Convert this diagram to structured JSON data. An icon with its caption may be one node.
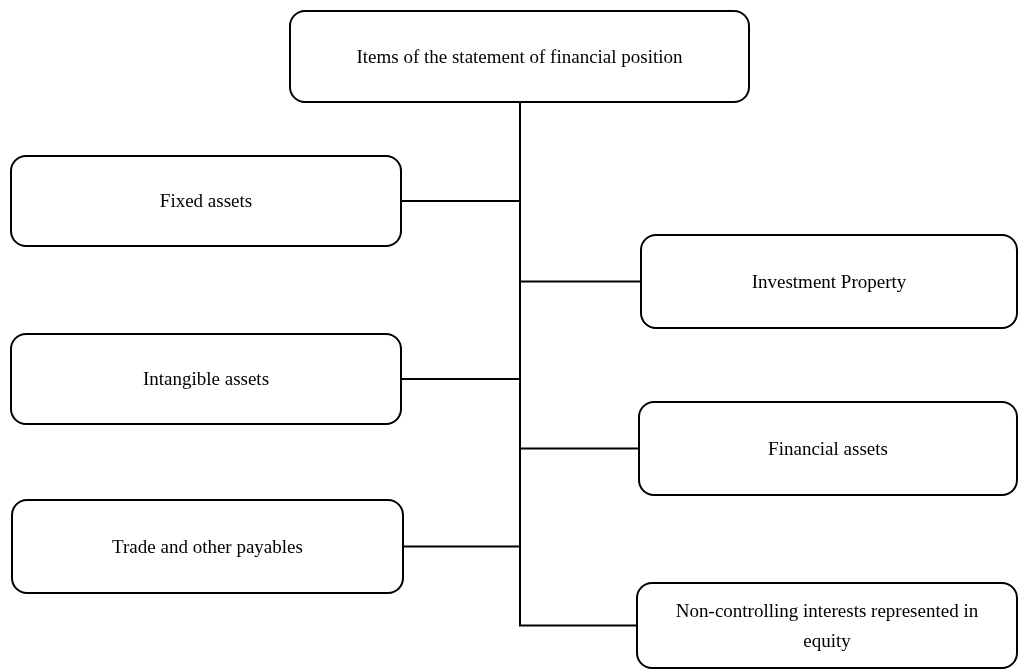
{
  "diagram": {
    "nodes": [
      {
        "text": [
          "Items of the statement of financial position"
        ]
      },
      {
        "text": [
          "Fixed assets"
        ]
      },
      {
        "text": [
          "Investment Property"
        ]
      },
      {
        "text": [
          "Intangible assets"
        ]
      },
      {
        "text": [
          "Financial assets"
        ]
      },
      {
        "text": [
          "Trade and other payables"
        ]
      },
      {
        "text": [
          "Non-controlling interests represented in equity"
        ]
      }
    ],
    "edges": [
      {
        "from": 0,
        "to": 1,
        "arrow": "none"
      },
      {
        "from": 0,
        "to": 2,
        "arrow": "none"
      },
      {
        "from": 0,
        "to": 3,
        "arrow": "none"
      },
      {
        "from": 0,
        "to": 4,
        "arrow": "none"
      },
      {
        "from": 0,
        "to": 5,
        "arrow": "none"
      },
      {
        "from": 0,
        "to": 6,
        "arrow": "none"
      }
    ]
  }
}
